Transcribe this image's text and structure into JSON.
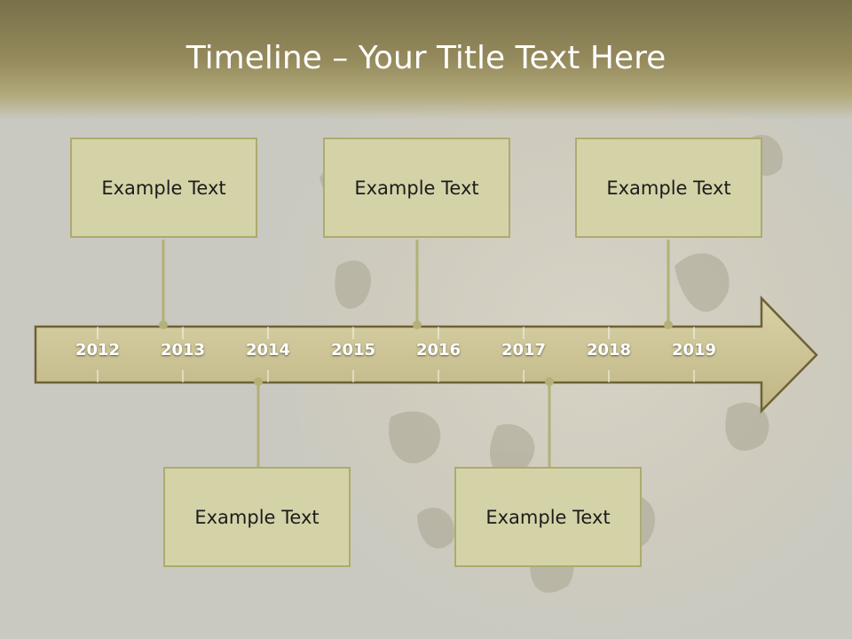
{
  "slide": {
    "title": "Timeline – Your Title Text Here"
  },
  "timeline": {
    "years": [
      "2012",
      "2013",
      "2014",
      "2015",
      "2016",
      "2017",
      "2018",
      "2019"
    ]
  },
  "cards": {
    "top": [
      "Example Text",
      "Example Text",
      "Example Text"
    ],
    "bottom": [
      "Example Text",
      "Example Text"
    ]
  },
  "colors": {
    "title_band": "#8a8055",
    "arrow_fill": "#c9c193",
    "arrow_border": "#6e6136",
    "card_fill": "#d4d3a8",
    "card_border": "#adab6e",
    "connector": "#b3b177"
  }
}
